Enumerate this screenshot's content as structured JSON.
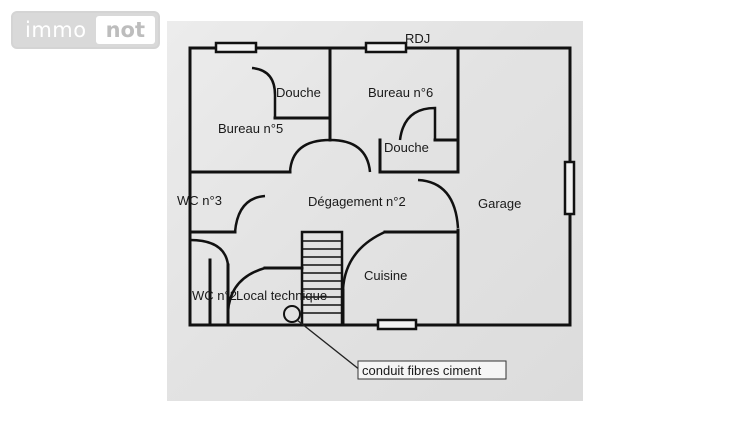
{
  "logo": {
    "part1": "immo",
    "part2": "not"
  },
  "plan": {
    "rooms": {
      "rdj": "RDJ",
      "douche_1": "Douche",
      "bureau_5": "Bureau n°5",
      "bureau_6": "Bureau n°6",
      "douche_2": "Douche",
      "wc_3": "WC n°3",
      "degagement_2": "Dégagement n°2",
      "garage": "Garage",
      "cuisine": "Cuisine",
      "wc_2": "WC n°2",
      "local_technique": "Local technique"
    },
    "annotation": "conduit fibres ciment"
  }
}
